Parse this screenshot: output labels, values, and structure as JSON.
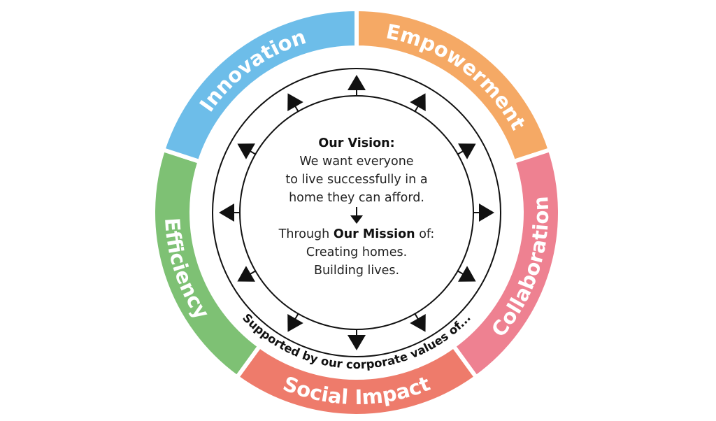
{
  "values": [
    {
      "label": "Empowerment",
      "color": "#F5A965"
    },
    {
      "label": "Collaboration",
      "color": "#EE8191"
    },
    {
      "label": "Social Impact",
      "color": "#EE7B6B"
    },
    {
      "label": "Efficiency",
      "color": "#7EC174"
    },
    {
      "label": "Innovation",
      "color": "#6DBDE9"
    }
  ],
  "supported_text": "Supported by our corporate values of...",
  "vision": {
    "heading": "Our Vision:",
    "lines": [
      "We want everyone",
      "to live successfully in a",
      "home they can afford."
    ]
  },
  "mission": {
    "prefix": "Through ",
    "bold": "Our Mission",
    "suffix": " of:",
    "lines": [
      "Creating homes.",
      "Building lives."
    ]
  },
  "arrow_count": 12
}
